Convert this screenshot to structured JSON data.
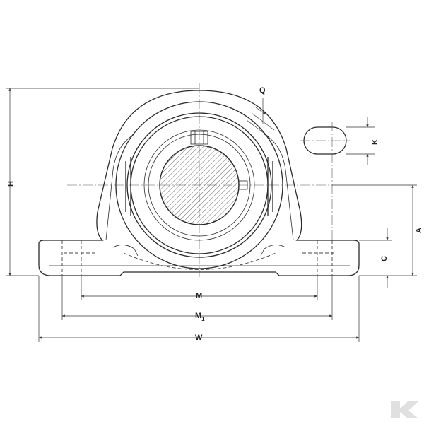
{
  "dimensions": {
    "H": "H",
    "Q": "Q",
    "K": "K",
    "A": "A",
    "C": "C",
    "M": "M",
    "M1_main": "M",
    "M1_sub": "1",
    "W": "W"
  },
  "colors": {
    "line": "#2a2a2a",
    "brand": "#e0e0e0"
  },
  "logo": {
    "text": "K",
    "icon": "brand-logo-icon"
  }
}
